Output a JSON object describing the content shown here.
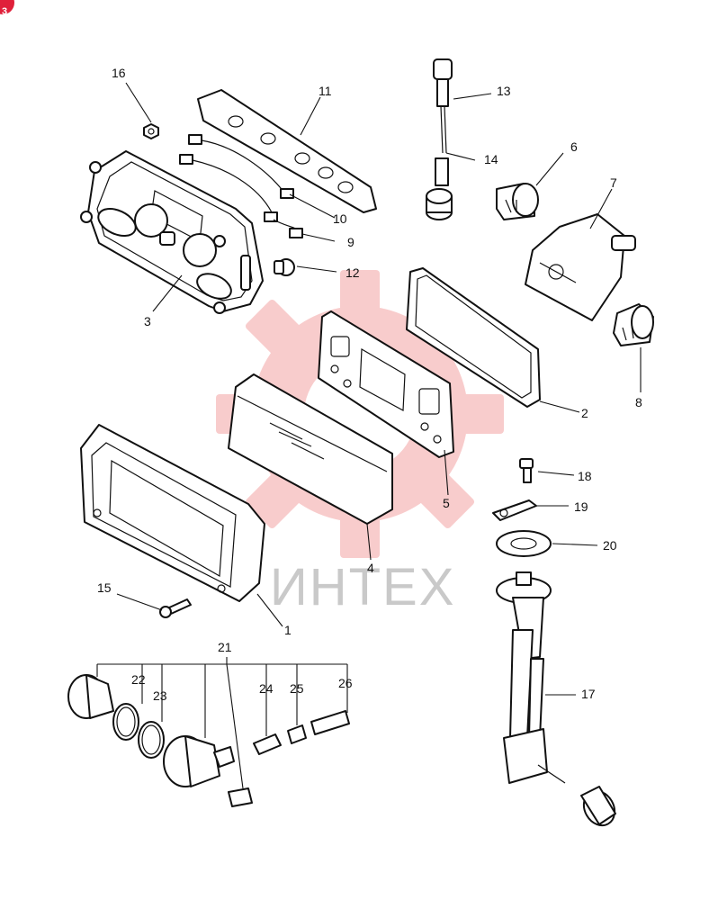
{
  "badge": {
    "text": "3",
    "color": "#e0203a"
  },
  "watermark": {
    "text": "ИНТЕХ",
    "color": "#f2a0a0"
  },
  "labels": {
    "l1": "1",
    "l2": "2",
    "l3": "3",
    "l4": "4",
    "l5": "5",
    "l6": "6",
    "l7": "7",
    "l8": "8",
    "l9": "9",
    "l10": "10",
    "l11": "11",
    "l12": "12",
    "l13": "13",
    "l14": "14",
    "l15": "15",
    "l16": "16",
    "l17": "17",
    "l18": "18",
    "l19": "19",
    "l20": "20",
    "l21": "21",
    "l22": "22",
    "l23": "23",
    "l24": "24",
    "l25": "25",
    "l26": "26"
  }
}
